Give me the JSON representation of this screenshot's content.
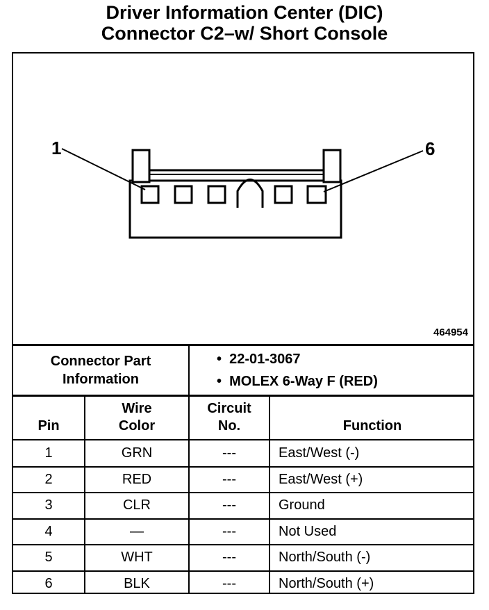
{
  "title": {
    "line1": "Driver Information Center (DIC)",
    "line2": "Connector C2–w/ Short Console"
  },
  "diagram": {
    "pin_label_left": "1",
    "pin_label_right": "6",
    "figure_id": "464954"
  },
  "part_info": {
    "label_line1": "Connector Part",
    "label_line2": "Information",
    "items": [
      "22-01-3067",
      "MOLEX 6-Way F (RED)"
    ],
    "bullet": "•"
  },
  "table": {
    "headers": {
      "pin": "Pin",
      "wire_line1": "Wire",
      "wire_line2": "Color",
      "circuit_line1": "Circuit",
      "circuit_line2": "No.",
      "function": "Function"
    },
    "rows": [
      {
        "pin": "1",
        "color": "GRN",
        "circuit": "---",
        "function": "East/West (-)"
      },
      {
        "pin": "2",
        "color": "RED",
        "circuit": "---",
        "function": "East/West (+)"
      },
      {
        "pin": "3",
        "color": "CLR",
        "circuit": "---",
        "function": "Ground"
      },
      {
        "pin": "4",
        "color": "—",
        "circuit": "---",
        "function": "Not Used"
      },
      {
        "pin": "5",
        "color": "WHT",
        "circuit": "---",
        "function": "North/South (-)"
      },
      {
        "pin": "6",
        "color": "BLK",
        "circuit": "---",
        "function": "North/South (+)"
      }
    ]
  }
}
